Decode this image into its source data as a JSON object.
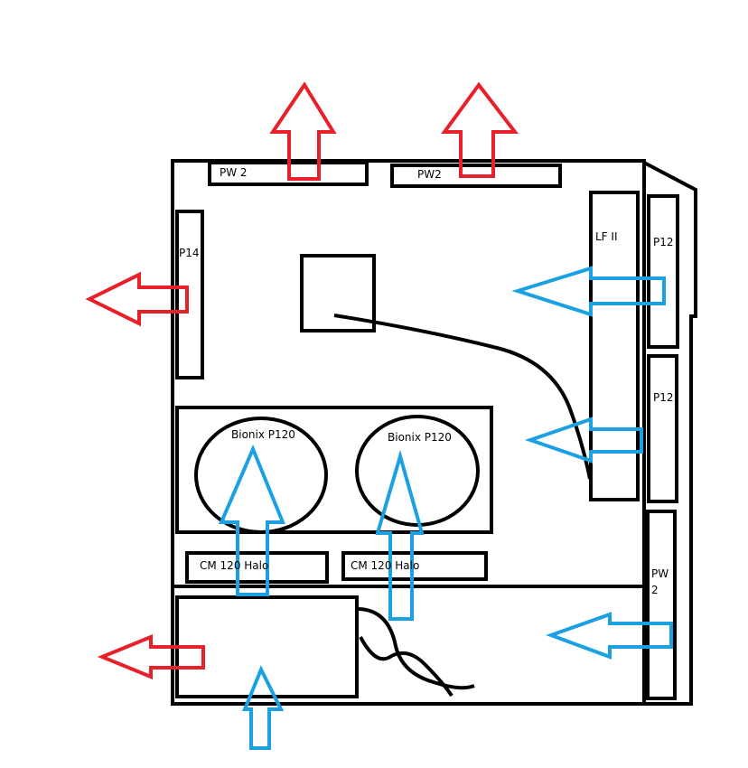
{
  "labels": {
    "top_fan_left": "PW 2",
    "top_fan_right": "PW2",
    "rear_fan": "P14",
    "front_radiator": "LF II",
    "front_fan_top": "P12",
    "front_fan_middle": "P12",
    "front_fan_bottom_line1": "PW",
    "front_fan_bottom_line2": "2",
    "gpu_fan_left": "Bionix P120",
    "gpu_fan_right": "Bionix P120",
    "bottom_fan_left": "CM 120 Halo",
    "bottom_fan_right": "CM 120 Halo"
  },
  "colors": {
    "exhaust": "#e8202a",
    "intake": "#1ba1e2",
    "outline": "#000000"
  }
}
